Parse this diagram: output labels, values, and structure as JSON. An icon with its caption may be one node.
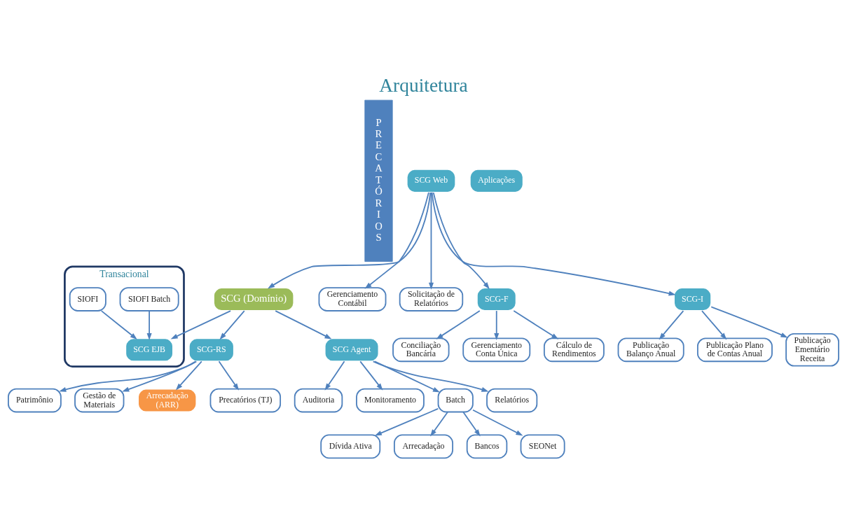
{
  "diagram": {
    "title": "Arquitetura",
    "nodes": [
      {
        "text": [
          "PRECATÓRIOS"
        ]
      },
      {
        "text": [
          "Patrimônio"
        ]
      },
      {
        "text": [
          "Gestão de Materiais"
        ]
      },
      {
        "text": [
          "Arrecadação (ARR)"
        ]
      },
      {
        "text": [
          "Precatórios (TJ)"
        ]
      },
      {
        "text": [
          "Transacional"
        ]
      },
      {
        "text": [
          "SIOFI Batch"
        ],
        "in": 5
      },
      {
        "text": [
          "SIOFI"
        ],
        "in": 5
      },
      {
        "text": [
          "SCG EJB"
        ],
        "in": 5
      },
      {
        "text": [
          "SCG-RS"
        ]
      },
      {
        "text": [
          "SCG (Domínio)"
        ]
      },
      {
        "text": [
          "SCG Agent"
        ]
      },
      {
        "text": [
          "Auditoria"
        ]
      },
      {
        "text": [
          "Monitoramento"
        ]
      },
      {
        "text": [
          "Batch"
        ]
      },
      {
        "text": [
          "Relatórios"
        ]
      },
      {
        "text": [
          "Dívida Ativa"
        ]
      },
      {
        "text": [
          "Arrecadação"
        ]
      },
      {
        "text": [
          "Bancos"
        ]
      },
      {
        "text": [
          "SEONet"
        ]
      },
      {
        "text": [
          "SCG Web"
        ]
      },
      {
        "text": [
          "Gerenciamento Contábil"
        ]
      },
      {
        "text": [
          "Solicitação de Relatórios"
        ]
      },
      {
        "text": [
          "SCG-F"
        ]
      },
      {
        "text": [
          "Conciliação Bancária"
        ]
      },
      {
        "text": [
          "Gerenciamento Conta Única"
        ]
      },
      {
        "text": [
          "Cálculo de Rendimentos"
        ]
      },
      {
        "text": [
          "SCG-I"
        ]
      },
      {
        "text": [
          "Publicação Balanço Anual"
        ]
      },
      {
        "text": [
          "Publicação Plano de Contas Anual"
        ]
      },
      {
        "text": [
          "Publicação Ementário Receita"
        ]
      },
      {
        "text": [
          "Aplicações"
        ]
      }
    ],
    "edges": [
      {
        "from": 9,
        "to": 1,
        "arrow": "to"
      },
      {
        "from": 9,
        "to": 2,
        "arrow": "to"
      },
      {
        "from": 9,
        "to": 3,
        "arrow": "to"
      },
      {
        "from": 9,
        "to": 4,
        "arrow": "to"
      },
      {
        "from": 6,
        "to": 8,
        "arrow": "to"
      },
      {
        "from": 7,
        "to": 8,
        "arrow": "to"
      },
      {
        "from": 10,
        "to": 9,
        "arrow": "to"
      },
      {
        "from": 10,
        "to": 8,
        "arrow": "to"
      },
      {
        "from": 10,
        "to": 11,
        "arrow": "to"
      },
      {
        "from": 11,
        "to": 12,
        "arrow": "to"
      },
      {
        "from": 11,
        "to": 13,
        "arrow": "to"
      },
      {
        "from": 11,
        "to": 14,
        "arrow": "to"
      },
      {
        "from": 11,
        "to": 15,
        "arrow": "to"
      },
      {
        "from": 14,
        "to": 16,
        "arrow": "to"
      },
      {
        "from": 14,
        "to": 17,
        "arrow": "to"
      },
      {
        "from": 14,
        "to": 18,
        "arrow": "to"
      },
      {
        "from": 14,
        "to": 19,
        "arrow": "to"
      },
      {
        "from": 20,
        "to": 10,
        "arrow": "to"
      },
      {
        "from": 20,
        "to": 23,
        "arrow": "to"
      },
      {
        "from": 20,
        "to": 27,
        "arrow": "to"
      },
      {
        "from": 20,
        "to": 21,
        "arrow": "to"
      },
      {
        "from": 20,
        "to": 22,
        "arrow": "to"
      },
      {
        "from": 23,
        "to": 24,
        "arrow": "to"
      },
      {
        "from": 23,
        "to": 25,
        "arrow": "to"
      },
      {
        "from": 23,
        "to": 26,
        "arrow": "to"
      },
      {
        "from": 27,
        "to": 28,
        "arrow": "to"
      },
      {
        "from": 27,
        "to": 29,
        "arrow": "to"
      },
      {
        "from": 27,
        "to": 30,
        "arrow": "to"
      }
    ]
  }
}
